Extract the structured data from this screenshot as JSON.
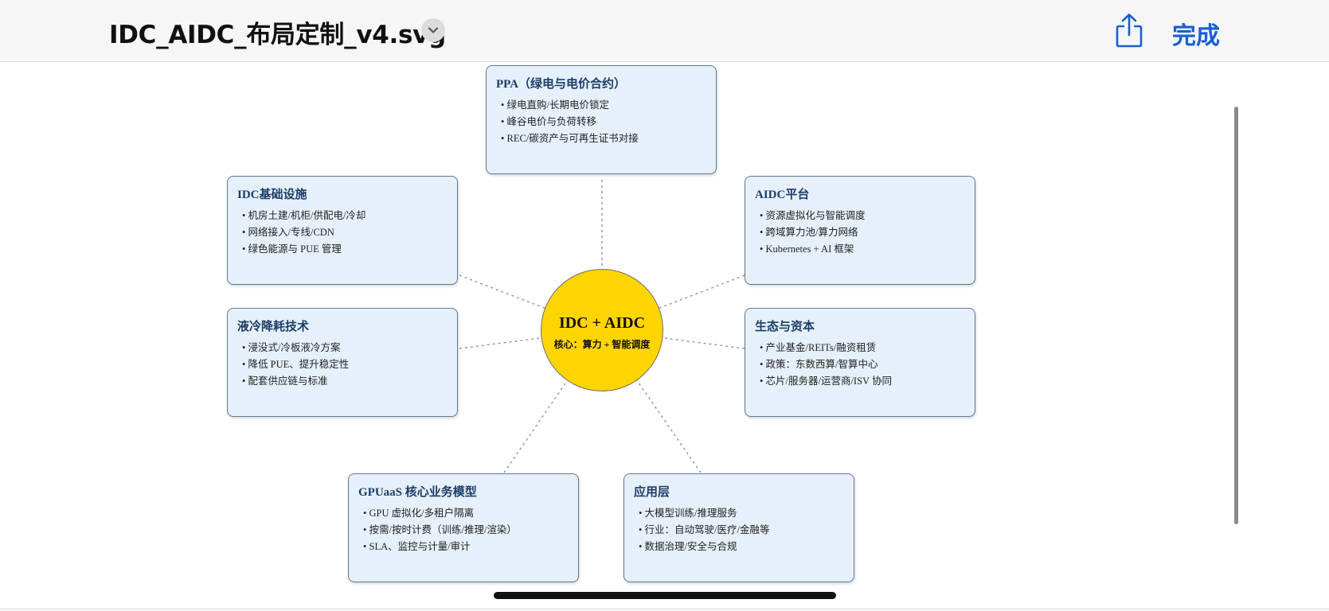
{
  "toolbar": {
    "file_name": "IDC_AIDC_布局定制_v4.svg",
    "done_label": "完成"
  },
  "diagram": {
    "center": {
      "title": "IDC + AIDC",
      "subtitle": "核心：算力 + 智能调度",
      "fill_color": "#ffd500"
    },
    "nodes": [
      {
        "title": "PPA（绿电与电价合约）",
        "items": [
          "绿电直购/长期电价锁定",
          "峰谷电价与负荷转移",
          "REC/碳资产与可再生证书对接"
        ]
      },
      {
        "title": "IDC基础设施",
        "items": [
          "机房土建/机柜/供配电/冷却",
          "网络接入/专线/CDN",
          "绿色能源与 PUE 管理"
        ]
      },
      {
        "title": "AIDC平台",
        "items": [
          "资源虚拟化与智能调度",
          "跨域算力池/算力网络",
          "Kubernetes + AI 框架"
        ]
      },
      {
        "title": "液冷降耗技术",
        "items": [
          "浸没式/冷板液冷方案",
          "降低 PUE、提升稳定性",
          "配套供应链与标准"
        ]
      },
      {
        "title": "生态与资本",
        "items": [
          "产业基金/REITs/融资租赁",
          "政策：东数西算/智算中心",
          "芯片/服务器/运营商/ISV 协同"
        ]
      },
      {
        "title": "GPUaaS 核心业务模型",
        "items": [
          "GPU 虚拟化/多租户隔离",
          "按需/按时计费（训练/推理/渲染）",
          "SLA、监控与计量/审计"
        ]
      },
      {
        "title": "应用层",
        "items": [
          "大模型训练/推理服务",
          "行业：自动驾驶/医疗/金融等",
          "数据治理/安全与合规"
        ]
      }
    ],
    "node_fill_color": "#e6f0fa",
    "node_border_color": "#5e7993",
    "title_color": "#1c3d68"
  },
  "icons": {
    "menu": "chevron-down-icon",
    "share": "share-icon"
  },
  "accent_color": "#1a5fd0"
}
